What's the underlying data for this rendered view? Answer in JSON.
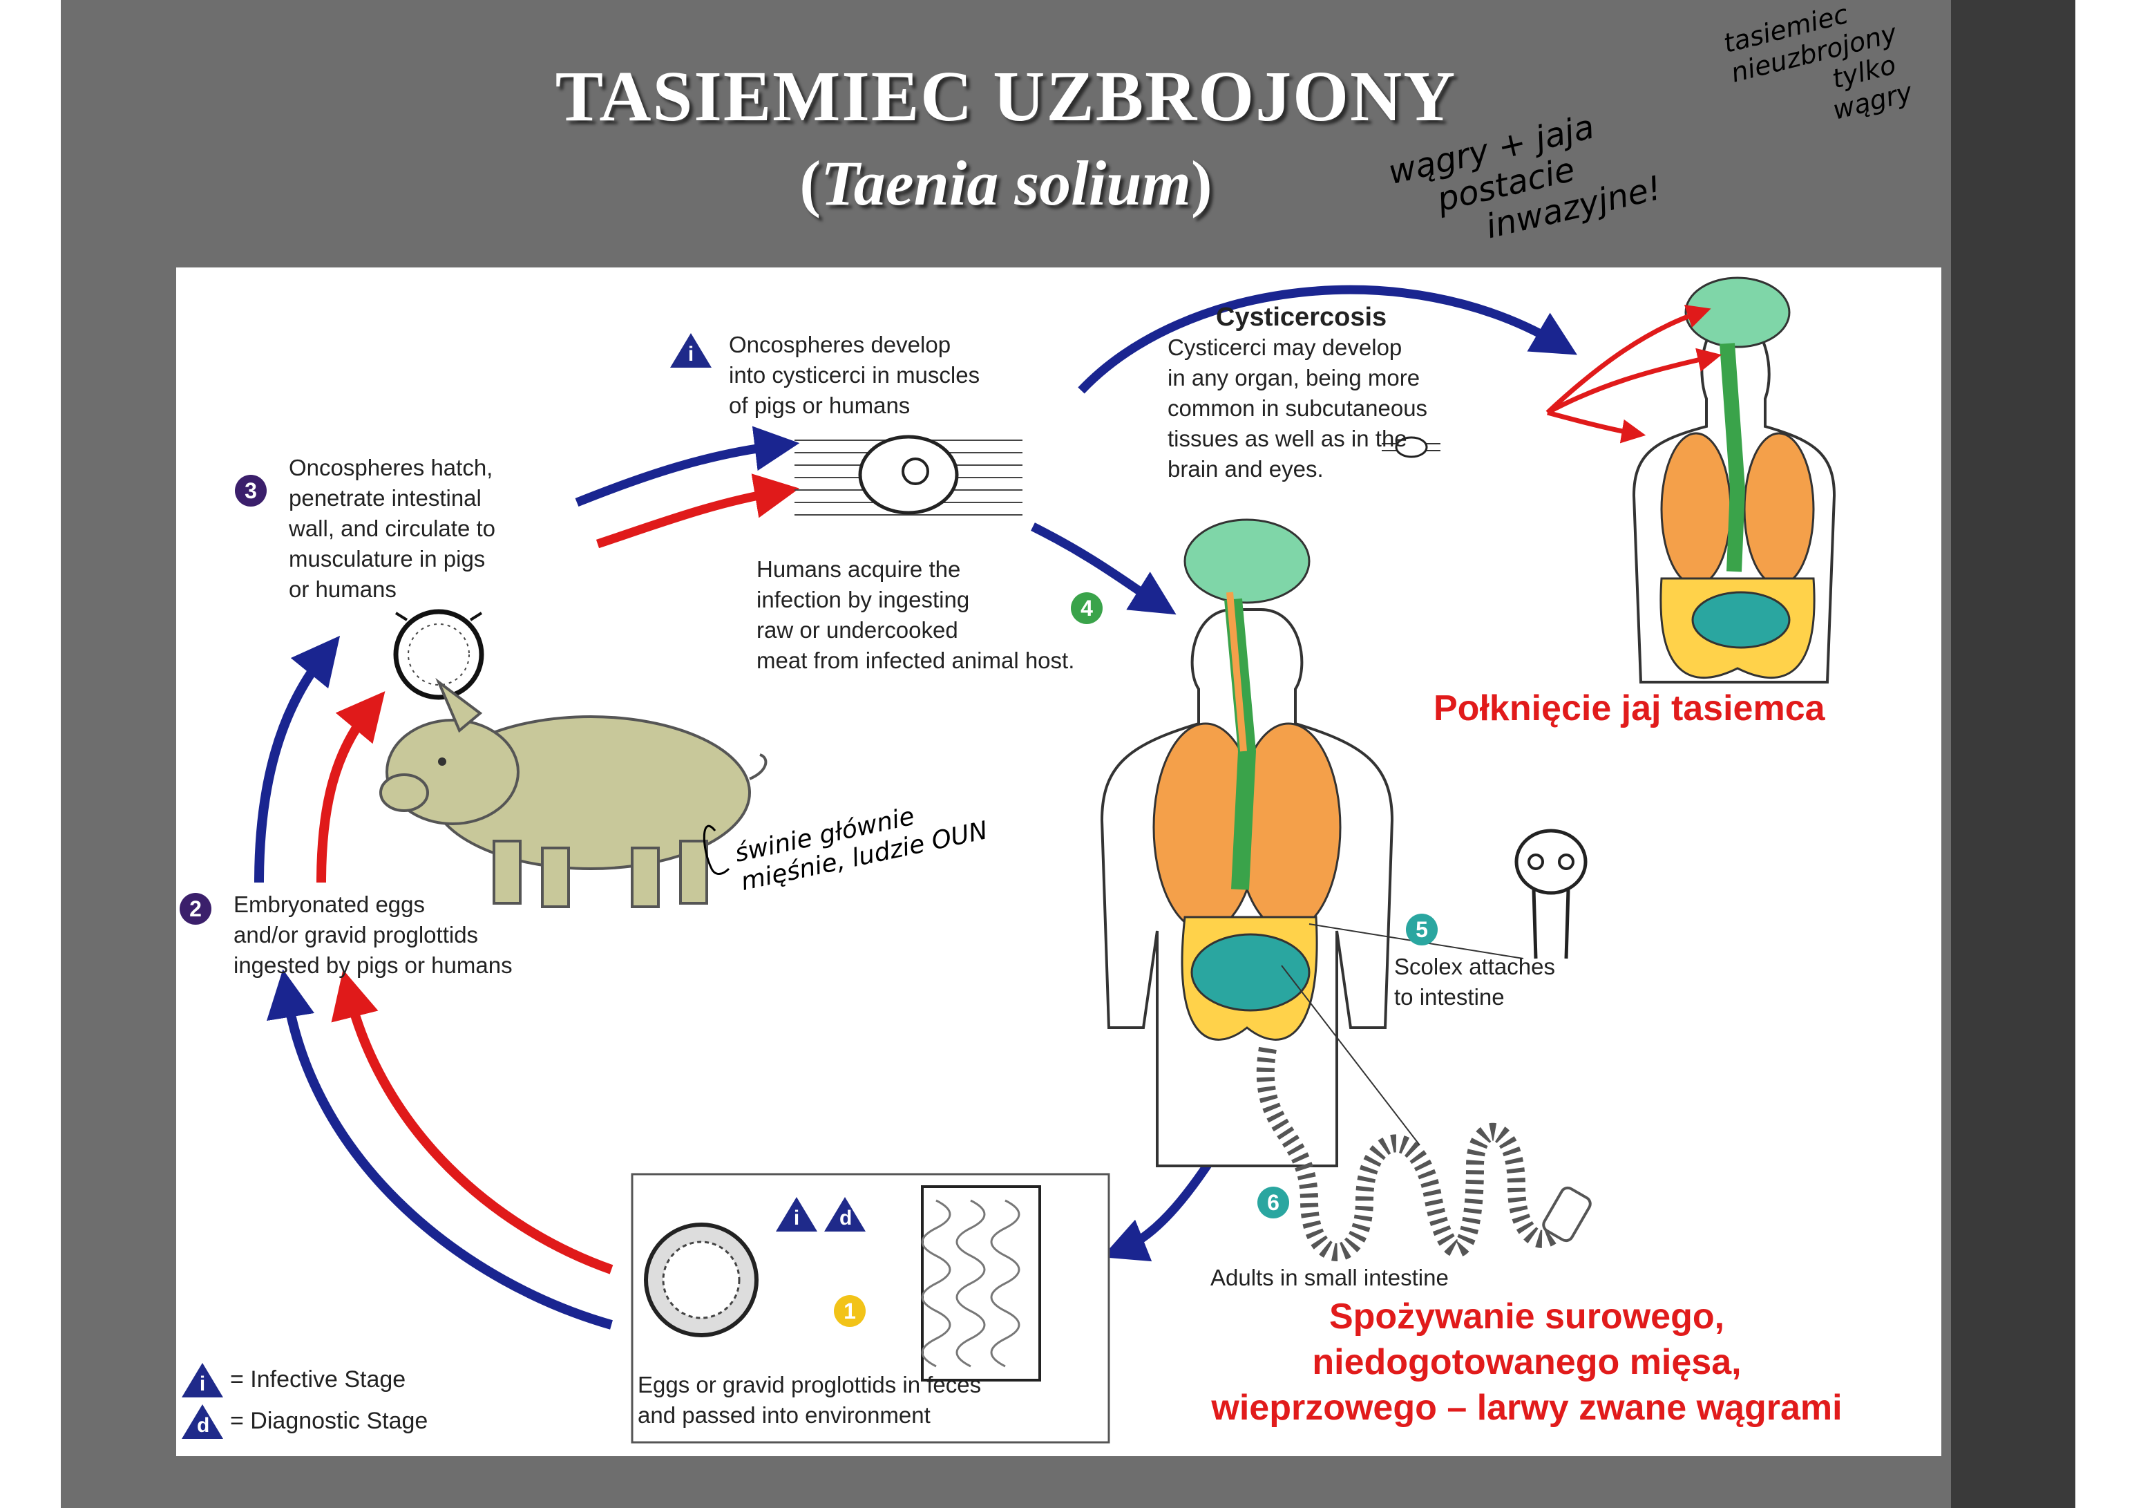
{
  "title": "TASIEMIEC UZBROJONY",
  "subtitle_latin": "Taenia solium",
  "cysticercosis": {
    "heading": "Cysticercosis",
    "text": [
      "Cysticerci may develop",
      "in any organ, being more",
      "common in subcutaneous",
      "tissues as well as in the",
      "brain and eyes."
    ]
  },
  "steps": [
    {
      "num": "1",
      "color": "#f2c318",
      "lines": [
        "Eggs or gravid proglottids in feces",
        "and passed into environment"
      ]
    },
    {
      "num": "2",
      "color": "#3b1f6b",
      "lines": [
        "Embryonated eggs",
        "and/or gravid proglottids",
        "ingested by pigs or humans"
      ]
    },
    {
      "num": "3",
      "color": "#3b1f6b",
      "lines": [
        "Oncospheres hatch,",
        "penetrate intestinal",
        "wall, and circulate to",
        "musculature in pigs",
        "or humans"
      ]
    },
    {
      "num": "4",
      "color": "#3aa34a",
      "lines": [
        "Humans acquire the",
        "infection by ingesting",
        "raw or undercooked",
        "meat from infected animal host."
      ]
    },
    {
      "num": "5",
      "color": "#2aa6a0",
      "lines": [
        "Scolex attaches",
        "to intestine"
      ]
    },
    {
      "num": "6",
      "color": "#2aa6a0",
      "lines": [
        "Adults in small intestine"
      ]
    }
  ],
  "onco_develop": [
    "Oncospheres develop",
    "into cysticerci in muscles",
    "of pigs or humans"
  ],
  "legend": {
    "infective_symbol": "i",
    "diagnostic_symbol": "d",
    "infective_label": "= Infective Stage",
    "diagnostic_label": "= Diagnostic Stage"
  },
  "red_notes": {
    "egg_ingestion": "Połknięcie jaj tasiemca",
    "meat_lines": [
      "Spożywanie surowego,",
      "niedogotowanego mięsa,",
      "wieprzowego – larwy zwane wągrami"
    ]
  },
  "handwritten": {
    "top_right": [
      "tasiemiec",
      "nieuzbrojony",
      "tylko",
      "wągry"
    ],
    "middle": [
      "wągry + jaja",
      "postacie",
      "inwazyjne!"
    ],
    "pig_note": [
      "świnie głównie",
      "mięśnie, ludzie OUN"
    ]
  },
  "colors": {
    "blue_arrow": "#1a2590",
    "red_arrow": "#e01a1a",
    "brain": "#7fd6a8",
    "lungs": "#f4a04a",
    "intestine": "#ffd24a",
    "small_intestine": "#2aa6a0",
    "pig": "#c8c89a"
  }
}
